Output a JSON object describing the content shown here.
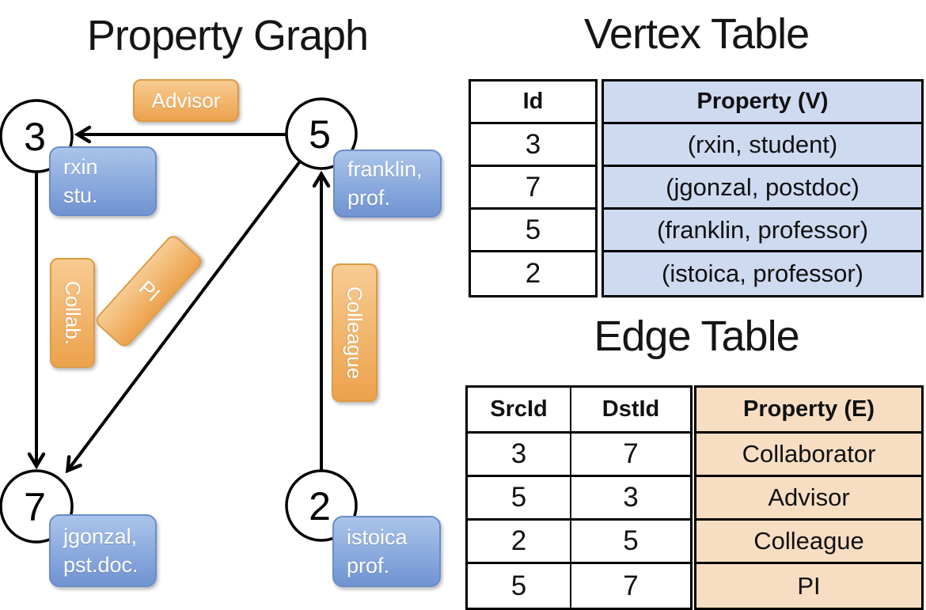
{
  "graph": {
    "title": "Property Graph",
    "nodes": [
      {
        "id": "3",
        "property": "rxin\nstu."
      },
      {
        "id": "5",
        "property": "franklin,\nprof."
      },
      {
        "id": "7",
        "property": "jgonzal,\npst.doc."
      },
      {
        "id": "2",
        "property": "istoica\nprof."
      }
    ],
    "edge_labels": {
      "advisor": "Advisor",
      "collab": "Collab.",
      "pi": "PI",
      "colleague": "Colleague"
    }
  },
  "vertex_table": {
    "title": "Vertex Table",
    "col_id": "Id",
    "col_property": "Property (V)",
    "rows": [
      {
        "id": "3",
        "property": "(rxin, student)"
      },
      {
        "id": "7",
        "property": "(jgonzal, postdoc)"
      },
      {
        "id": "5",
        "property": "(franklin, professor)"
      },
      {
        "id": "2",
        "property": "(istoica, professor)"
      }
    ]
  },
  "edge_table": {
    "title": "Edge Table",
    "col_src": "SrcId",
    "col_dst": "DstId",
    "col_property": "Property (E)",
    "rows": [
      {
        "src": "3",
        "dst": "7",
        "property": "Collaborator"
      },
      {
        "src": "5",
        "dst": "3",
        "property": "Advisor"
      },
      {
        "src": "2",
        "dst": "5",
        "property": "Colleague"
      },
      {
        "src": "5",
        "dst": "7",
        "property": "PI"
      }
    ]
  },
  "colors": {
    "edge_label_fill_top": "#f7cb92",
    "edge_label_fill_bottom": "#eca24c",
    "edge_label_border": "#dd9a45",
    "vertex_label_fill_top": "#aac4ea",
    "vertex_label_fill_bottom": "#7093d2",
    "vertex_label_border": "#6a8dca",
    "vertex_property_cell": "#cedaf0",
    "edge_property_cell": "#f7dec2",
    "line": "#000000",
    "label_text": "#ffffff"
  }
}
